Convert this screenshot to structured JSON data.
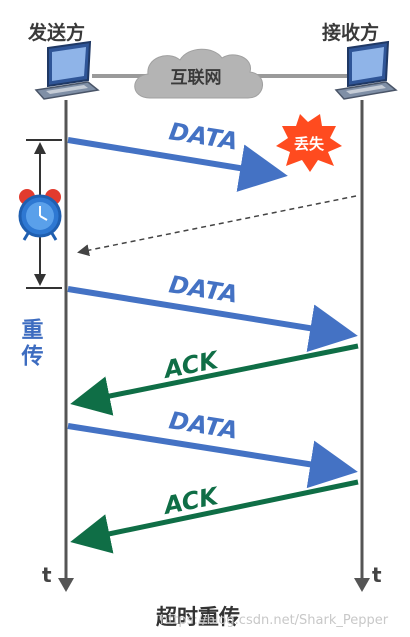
{
  "sender": {
    "label": "发送方"
  },
  "receiver": {
    "label": "接收方"
  },
  "network": {
    "label": "互联网"
  },
  "time_axis": {
    "label": "t"
  },
  "retransmit": {
    "label": "重传"
  },
  "messages": {
    "data_lost": "DATA",
    "lost_badge": "丢失",
    "data_retransmit": "DATA",
    "ack_1": "ACK",
    "data_2": "DATA",
    "ack_2": "ACK"
  },
  "title": "超时重传",
  "watermark": "https://blog.csdn.net/Shark_Pepper",
  "colors": {
    "data_arrow": "#4472c4",
    "ack_arrow": "#0f6e46",
    "lost_badge": "#ff4b1f",
    "retransmit_label": "#3d6cc0",
    "cloud": "#b4b4b4",
    "timeline": "#555555"
  }
}
